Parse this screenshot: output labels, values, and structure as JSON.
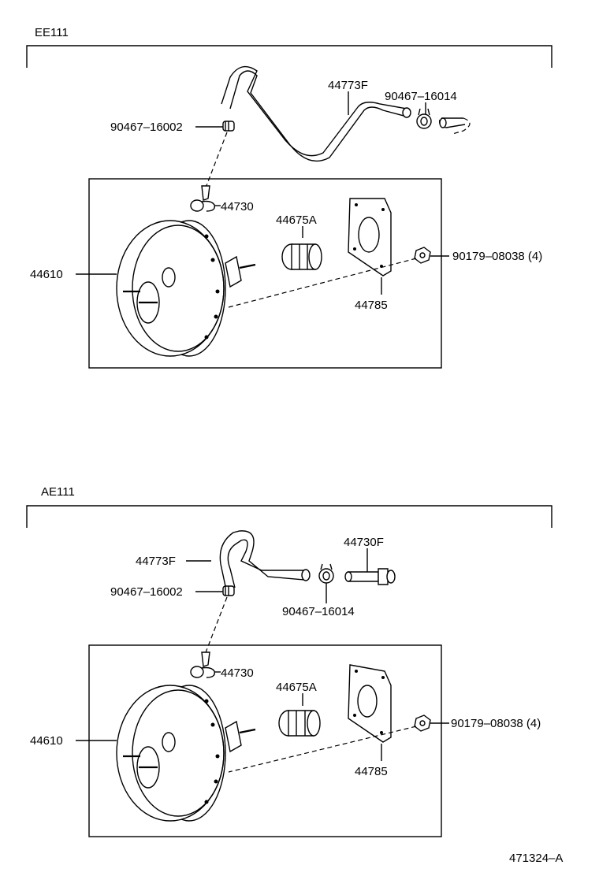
{
  "figure_id": "471324–A",
  "sections": [
    {
      "model": "EE111",
      "labels": {
        "pipe": "44773F",
        "clip_left": "90467–16002",
        "clip_right": "90467–16014",
        "check_valve": "44730",
        "booster": "44610",
        "boot": "44675A",
        "gasket": "44785",
        "nut": "90179–08038 (4)"
      }
    },
    {
      "model": "AE111",
      "labels": {
        "pipe": "44773F",
        "union": "44730F",
        "clip_left": "90467–16002",
        "clip_right": "90467–16014",
        "check_valve": "44730",
        "booster": "44610",
        "boot": "44675A",
        "gasket": "44785",
        "nut": "90179–08038 (4)"
      }
    }
  ]
}
